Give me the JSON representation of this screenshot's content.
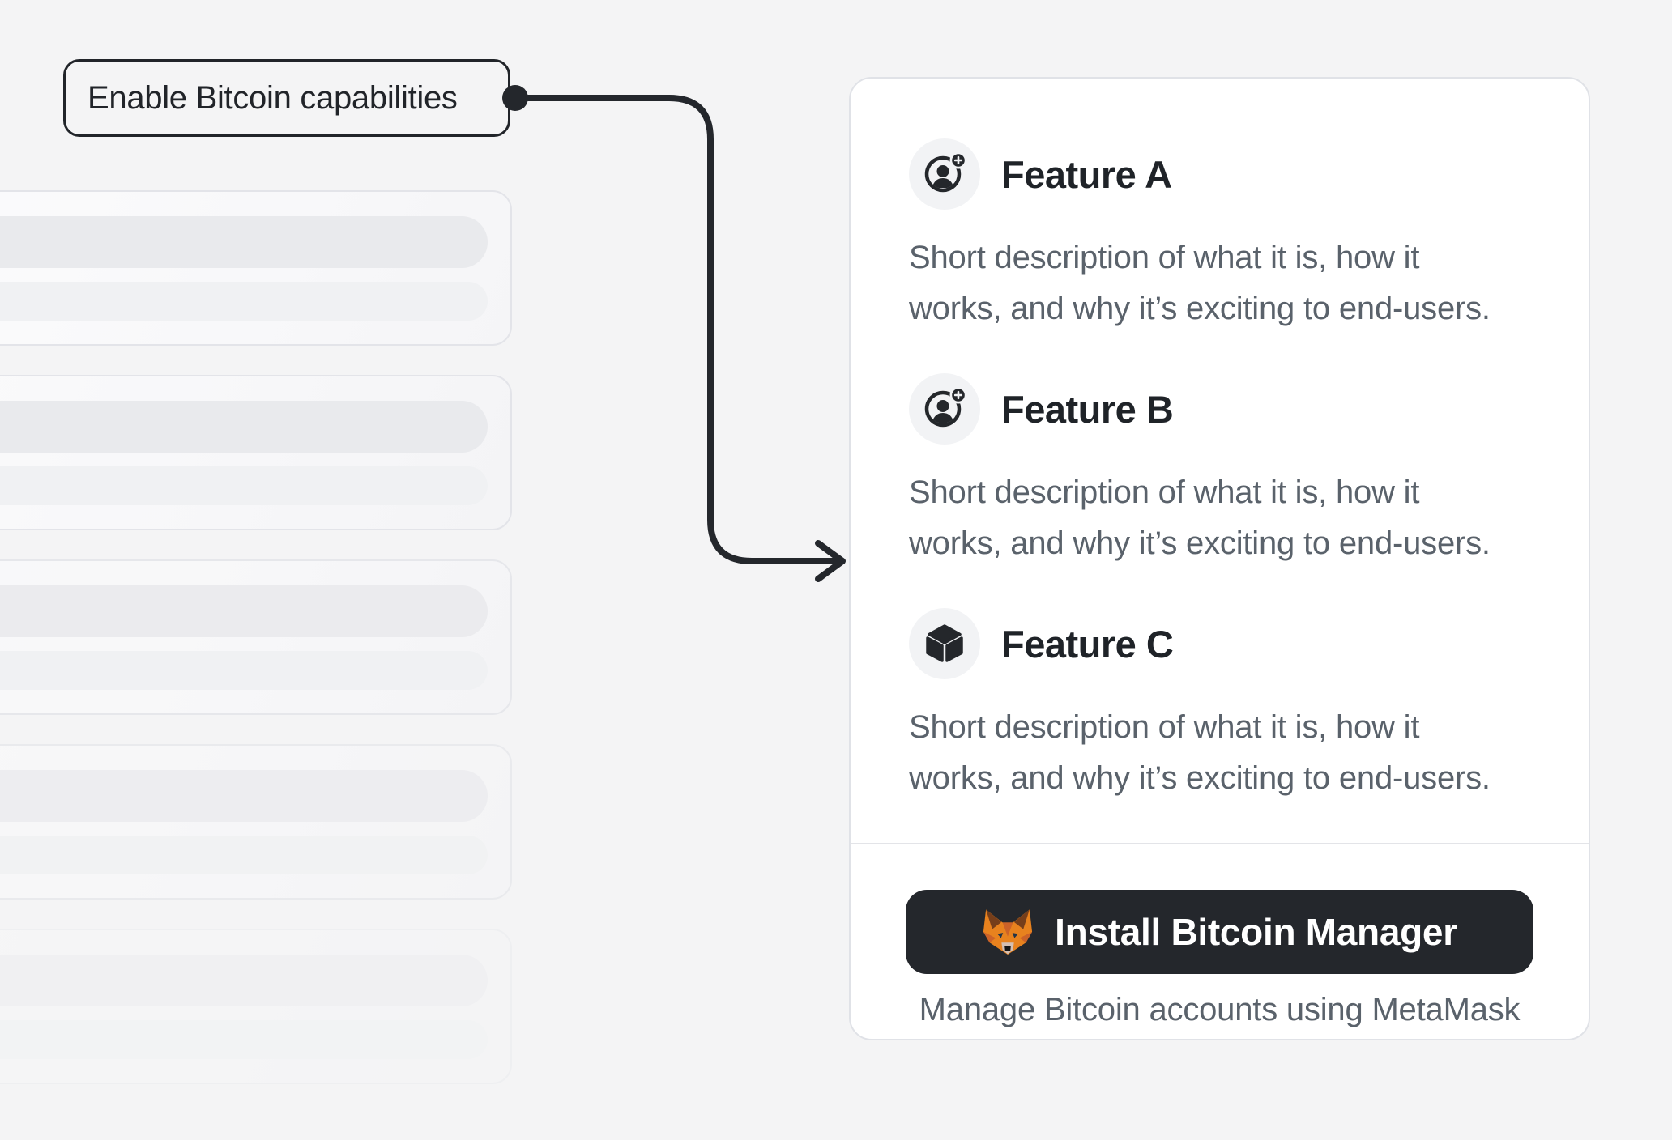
{
  "page": {
    "background": "#f4f4f5"
  },
  "callout": {
    "label": "Enable Bitcoin capabilities"
  },
  "connector": {
    "shape": "elbow-arrow-with-dot",
    "color": "#24272c"
  },
  "skeleton_list": {
    "cards": 5,
    "pills_per_card": 2
  },
  "panel": {
    "features": [
      {
        "icon": "user-add-icon",
        "title": "Feature A",
        "description": "Short description of what it is, how it works, and why it’s exciting to end-users."
      },
      {
        "icon": "user-add-icon",
        "title": "Feature B",
        "description": "Short description of what it is, how it works, and why it’s exciting to end-users."
      },
      {
        "icon": "cube-icon",
        "title": "Feature C",
        "description": "Short description of what it is, how it works, and why it’s exciting to end-users."
      }
    ],
    "footer": {
      "button": {
        "icon": "metamask-fox-icon",
        "label": "Install Bitcoin Manager"
      },
      "caption": "Manage Bitcoin accounts using MetaMask"
    }
  },
  "colors": {
    "background": "#f4f4f5",
    "ink": "#24272c",
    "panel_background": "#ffffff",
    "panel_border": "#e0e2e7",
    "icon_circle": "#f2f3f5",
    "title_text": "#1f2328",
    "body_text": "#5a626b",
    "divider": "#e3e4e8",
    "button_background": "#24272c",
    "button_text": "#ffffff",
    "skeleton_pill_dark": "#e9eaed",
    "skeleton_pill_light": "#f0f1f3",
    "metamask_orange": "#e8821e"
  }
}
